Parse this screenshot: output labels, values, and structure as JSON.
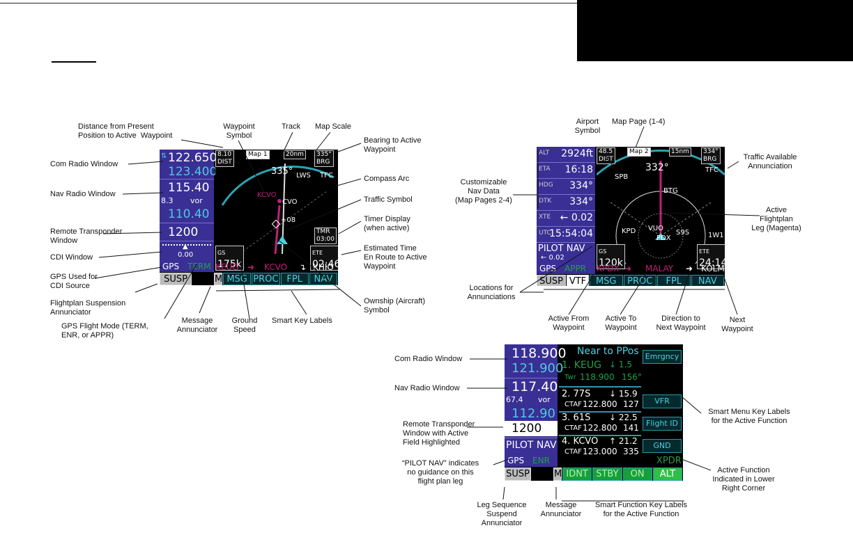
{
  "unit1": {
    "com": {
      "active": "122.650",
      "standby": "123.400",
      "icon": "com-arrow-icon"
    },
    "nav": {
      "active": "115.40",
      "dist": "8.3",
      "unit": "vor",
      "standby": "110.40"
    },
    "xpdr": "1200",
    "cdi": "0.00",
    "source": "GPS",
    "mode": "TERM",
    "header": {
      "dist": "8.10",
      "page": "Map 1",
      "scale": "20nm",
      "brg": "335°",
      "brg_label": "BRG",
      "dist_label": "DIST"
    },
    "track": "335°",
    "traffic": "TFC",
    "traffic_alt": "+08",
    "timer": {
      "label": "TMR",
      "value": "03:00"
    },
    "ete": {
      "label": "ETE",
      "value": "02:46"
    },
    "gs": {
      "label": "GS",
      "value": "175k"
    },
    "waypoints": [
      "KCVO",
      "CVO",
      "LWS"
    ],
    "from_to": {
      "from": "KEUG",
      "to": "KCVO",
      "next": "KHIO"
    },
    "susp": "SUSP",
    "msg": "M",
    "keys": [
      "MSG",
      "PROC",
      "FPL",
      "NAV"
    ]
  },
  "unit2": {
    "nav_data": [
      {
        "k": "ALT",
        "v": "2924ft"
      },
      {
        "k": "ETA",
        "v": "16:18"
      },
      {
        "k": "HDG",
        "v": "334°"
      },
      {
        "k": "DTK",
        "v": "334°"
      },
      {
        "k": "XTE",
        "v": "← 0.02"
      },
      {
        "k": "UTC",
        "v": "15:54:04"
      }
    ],
    "pilot_nav": "PILOT NAV",
    "pilot_xte": "← 0.02",
    "source": "GPS",
    "mode": "APPR",
    "header": {
      "dist": "48.5",
      "page": "Map 2",
      "scale": "15nm",
      "brg": "334°",
      "brg_label": "BRG",
      "dist_label": "DIST"
    },
    "track": "332°",
    "traffic": "TFC",
    "waypoints": [
      "SPB",
      "BTG",
      "KPD",
      "VUO",
      "S9S",
      "PDX",
      "1W1"
    ],
    "gs": {
      "label": "GS",
      "value": "120k"
    },
    "ete": {
      "label": "ETE",
      "value": "24:14"
    },
    "from_to": {
      "from": "KPDX",
      "to": "MALAY",
      "next": "KOLM"
    },
    "susp": "SUSP",
    "vtf": "VTF",
    "keys": [
      "MSG",
      "PROC",
      "FPL",
      "NAV"
    ]
  },
  "unit3": {
    "com": {
      "active": "118.900",
      "standby": "121.900"
    },
    "nav": {
      "active": "117.40",
      "dist": "67.4",
      "unit": "vor",
      "standby": "112.90"
    },
    "xpdr": "1200",
    "pilot_nav": "PILOT NAV",
    "source": "GPS",
    "mode": "ENR",
    "title": "Near to PPos",
    "items": [
      {
        "id": "1. KEUG",
        "dist": "↓ 1.5",
        "freq_label": "Twr",
        "freq": "118.900",
        "brg": "156°"
      },
      {
        "id": "2. 77S",
        "dist": "↓ 15.9",
        "freq_label": "CTAF",
        "freq": "122.800",
        "brg": "127"
      },
      {
        "id": "3. 61S",
        "dist": "↓ 22.5",
        "freq_label": "CTAF",
        "freq": "122.800",
        "brg": "141"
      },
      {
        "id": "4. KCVO",
        "dist": "↑ 21.2",
        "freq_label": "CTAF",
        "freq": "123.000",
        "brg": "335"
      }
    ],
    "menu": [
      "Emrgncy",
      "VFR",
      "Flight ID",
      "GND"
    ],
    "active_fn": "XPDR",
    "susp": "SUSP",
    "msg": "M",
    "keys": [
      "IDNT",
      "STBY",
      "ON",
      "ALT"
    ]
  },
  "labels1": {
    "dist_active": "Distance from Present\nPosition to Active  Waypoint",
    "waypoint_symbol": "Waypoint\nSymbol",
    "track": "Track",
    "map_scale": "Map Scale",
    "bearing": "Bearing to Active\nWaypoint",
    "com": "Com Radio Window",
    "nav": "Nav Radio Window",
    "compass": "Compass Arc",
    "traffic": "Traffic Symbol",
    "timer": "Timer Display\n(when active)",
    "xpdr": "Remote Transponder\nWindow",
    "cdi": "CDI Window",
    "ete": "Estimated Time\nEn Route to Active\nWaypoint",
    "gps_cdi": "GPS Used for\nCDI Source",
    "fpl_susp": "Flightplan Suspension\nAnnunciator",
    "gps_mode": "GPS Flight Mode (TERM,\nENR, or APPR)",
    "msg": "Message\nAnnunciator",
    "gs": "Ground\nSpeed",
    "smart": "Smart Key Labels",
    "ownship": "Ownship (Aircraft)\nSymbol"
  },
  "labels2": {
    "airport": "Airport\nSymbol",
    "map_page": "Map Page (1-4)",
    "traffic_avail": "Traffic Available\nAnnunciation",
    "custom": "Customizable\nNav Data\n(Map Pages 2-4)",
    "active_leg": "Active\nFlightplan\nLeg (Magenta)",
    "locations": "Locations for\nAnnunciations",
    "from": "Active From\nWaypoint",
    "to": "Active To\nWaypoint",
    "direction": "Direction to\nNext Waypoint",
    "next": "Next\nWaypoint"
  },
  "labels3": {
    "com": "Com Radio Window",
    "nav": "Nav Radio Window",
    "xpdr": "Remote Transponder\nWindow with Active\nField Highlighted",
    "pilot": "“PILOT NAV” indicates\nno guidance on this\nflight plan leg",
    "smart_menu": "Smart Menu Key Labels\nfor the Active Function",
    "active_fn": "Active Function\nIndicated in Lower\nRight Corner",
    "leg": "Leg Sequence\nSuspend\nAnnunciator",
    "msg": "Message\nAnnunciator",
    "smart_fn": "Smart Function Key Labels\nfor the Active Function"
  }
}
